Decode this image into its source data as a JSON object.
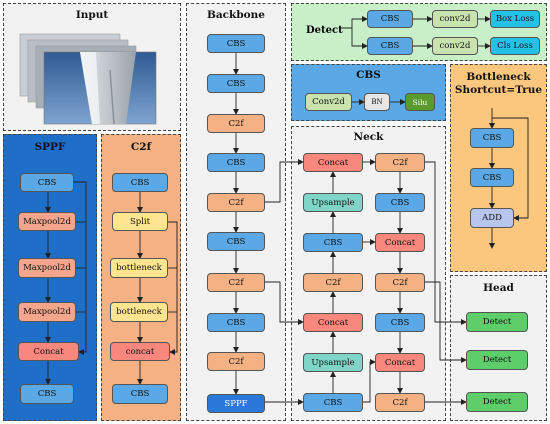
{
  "panels": {
    "input": "Input",
    "backbone": "Backbone",
    "detect": "Detect",
    "cbs": "CBS",
    "neck": "Neck",
    "bottleneck_line1": "Bottleneck",
    "bottleneck_line2": "Shortcut=True",
    "sppf": "SPPF",
    "c2f": "C2f",
    "head": "Head"
  },
  "backbone": [
    "CBS",
    "CBS",
    "C2f",
    "CBS",
    "C2f",
    "CBS",
    "C2f",
    "CBS",
    "C2f",
    "SPPF"
  ],
  "detect_blocks": {
    "cbs": "CBS",
    "conv": "conv2d",
    "box_loss": "Box Loss",
    "cls_loss": "Cls Loss"
  },
  "cbs_blocks": {
    "conv": "Conv2d",
    "bn": "BN",
    "silu": "Silu"
  },
  "neck": {
    "col1": [
      "Concat",
      "Upsample",
      "CBS",
      "C2f",
      "Concat",
      "Upsample",
      "CBS"
    ],
    "col2": [
      "C2f",
      "CBS",
      "Concat",
      "C2f",
      "CBS",
      "Concat",
      "C2f"
    ]
  },
  "bottleneck_blocks": [
    "CBS",
    "CBS",
    "ADD"
  ],
  "sppf_blocks": [
    "CBS",
    "Maxpool2d",
    "Maxpool2d",
    "Maxpool2d",
    "Concat",
    "CBS"
  ],
  "c2f_blocks": [
    "CBS",
    "Split",
    "bottleneck",
    "bottleneck",
    "concat",
    "CBS"
  ],
  "head_blocks": [
    "Detect",
    "Detect",
    "Detect"
  ],
  "colors": {
    "cbs": "#5aa9e6",
    "c2f": "#f4b183",
    "concat": "#f8877e",
    "upsample": "#7fd6c8",
    "detect": "#5ece6b",
    "input_bg": "#f2f2f2",
    "detect_bg": "#c9efc9",
    "cbs_bg": "#5aa9e6",
    "bottleneck_bg": "#fbc77f",
    "sppf_bg": "#1f6fc9",
    "c2f_bg": "#f4b183",
    "neck_bg": "#f2f2f2"
  }
}
